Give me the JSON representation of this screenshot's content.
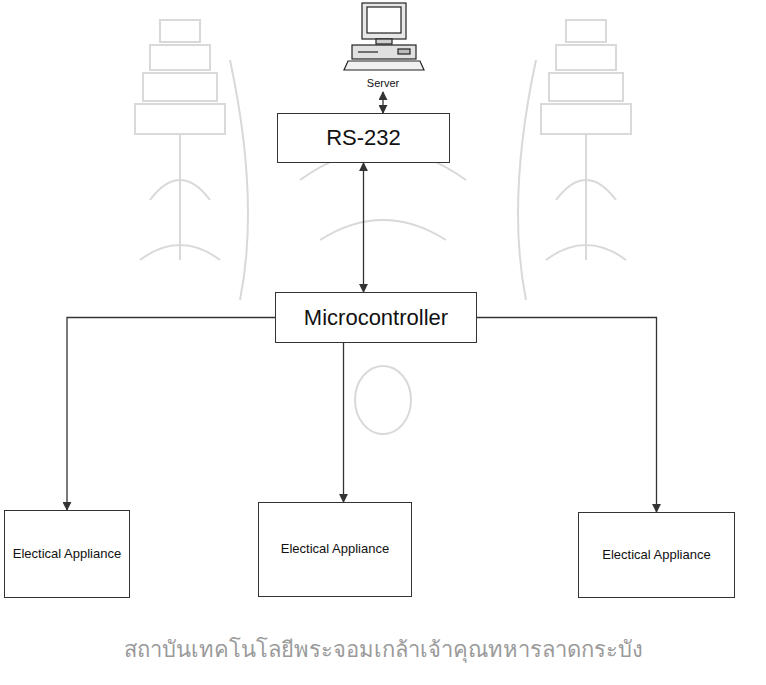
{
  "diagram": {
    "nodes": [
      {
        "text": [
          "Server"
        ]
      },
      {
        "text": [
          "RS-232"
        ]
      },
      {
        "text": [
          "Microcontroller"
        ]
      },
      {
        "text": [
          "Electical Appliance"
        ]
      },
      {
        "text": [
          "Electical Appliance"
        ]
      },
      {
        "text": [
          "Electical Appliance"
        ]
      }
    ],
    "edges": [
      {
        "from": 0,
        "to": 1,
        "arrow": "both"
      },
      {
        "from": 1,
        "to": 2,
        "arrow": "both"
      },
      {
        "from": 2,
        "to": 3,
        "arrow": "to"
      },
      {
        "from": 2,
        "to": 4,
        "arrow": "to"
      },
      {
        "from": 2,
        "to": 5,
        "arrow": "to"
      }
    ],
    "labels": [
      "สถาบันเทคโนโลยีพระจอมเกล้าเจ้าคุณทหารลาดกระบัง"
    ]
  }
}
